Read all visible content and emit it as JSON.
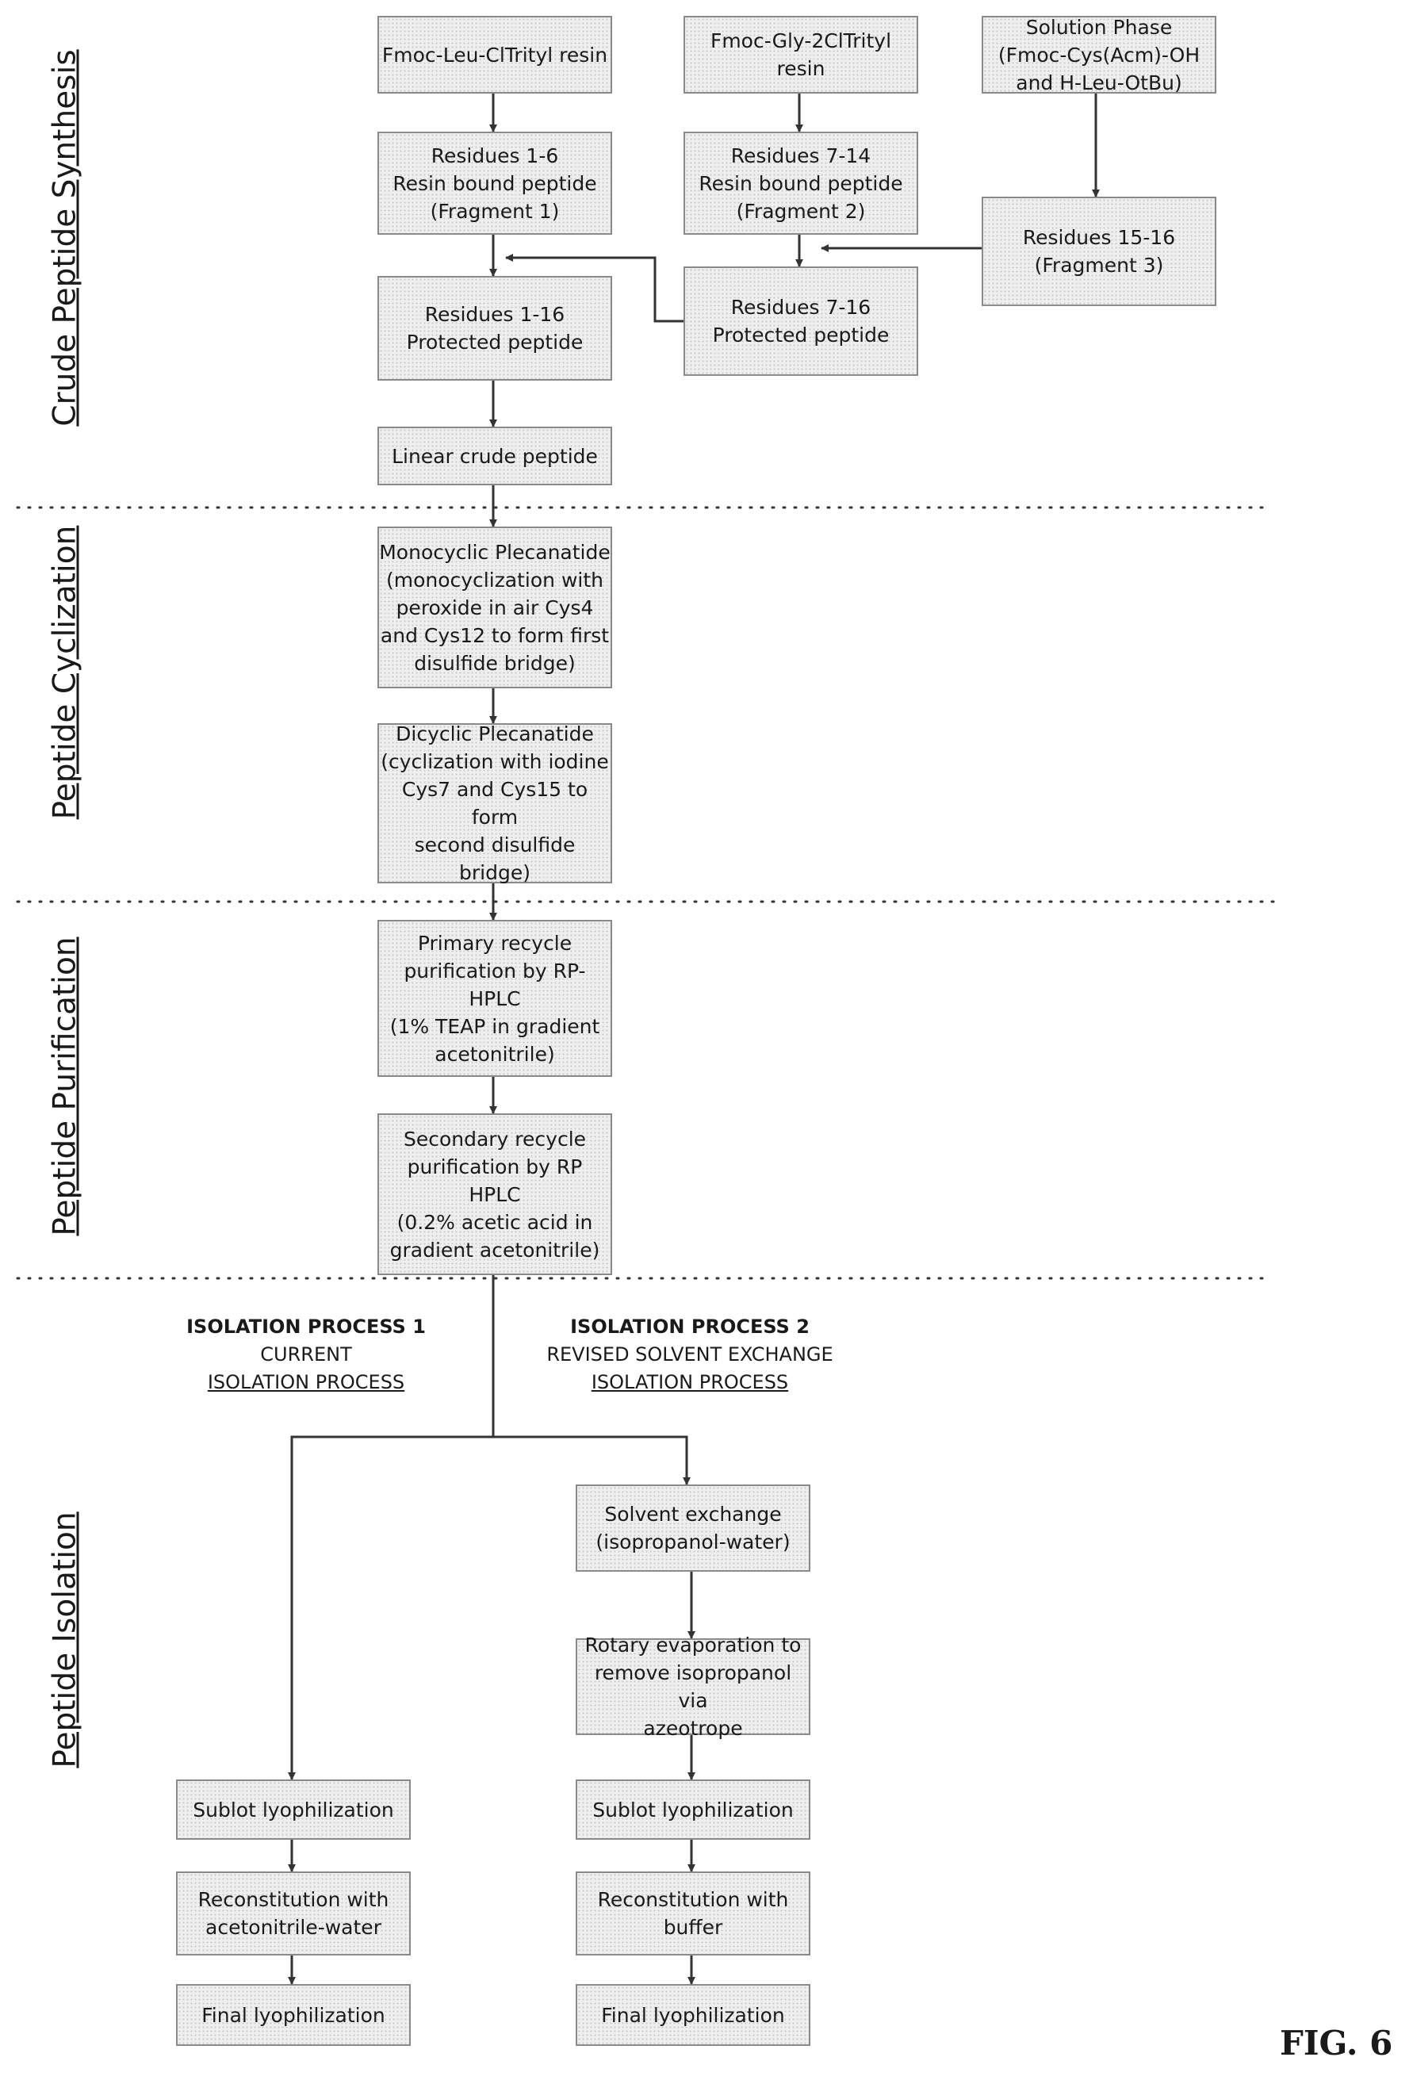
{
  "sections": {
    "crude": "Crude Peptide Synthesis",
    "cyclization": "Peptide Cyclization",
    "purification": "Peptide Purification",
    "isolation": "Peptide Isolation"
  },
  "boxes": {
    "fmoc_leu": "Fmoc-Leu-ClTrityl resin",
    "fmoc_gly": "Fmoc-Gly-2ClTrityl\nresin",
    "solution_phase": "Solution Phase\n(Fmoc-Cys(Acm)-OH\nand H-Leu-OtBu)",
    "frag1": "Residues 1-6\nResin bound peptide\n(Fragment 1)",
    "frag2": "Residues 7-14\nResin bound peptide\n(Fragment 2)",
    "frag3": "Residues 15-16\n(Fragment 3)",
    "res7_16": "Residues 7-16\nProtected peptide",
    "res1_16": "Residues 1-16\nProtected peptide",
    "linear_crude": "Linear crude peptide",
    "monocyclic": "Monocyclic Plecanatide\n(monocyclization with\nperoxide in air Cys4\nand Cys12 to form first\ndisulfide bridge)",
    "dicyclic": "Dicyclic Plecanatide\n(cyclization with iodine\nCys7 and Cys15 to form\nsecond disulfide\nbridge)",
    "primary": "Primary recycle\npurification by RP-HPLC\n(1% TEAP in gradient\nacetonitrile)",
    "secondary": "Secondary recycle\npurification by RP HPLC\n(0.2% acetic acid  in\ngradient acetonitrile)",
    "solvent_exchange": "Solvent exchange\n(isopropanol-water)",
    "rotary": "Rotary evaporation to\nremove isopropanol via\nazeotrope",
    "sublot1": "Sublot lyophilization",
    "recon1": "Reconstitution with\nacetonitrile-water",
    "final1": "Final lyophilization",
    "sublot2": "Sublot lyophilization",
    "recon2": "Reconstitution with\nbuffer",
    "final2": "Final lyophilization"
  },
  "process1": {
    "title": "ISOLATION PROCESS 1",
    "line2": "CURRENT",
    "line3": "ISOLATION PROCESS"
  },
  "process2": {
    "title": "ISOLATION PROCESS 2",
    "line2": "REVISED SOLVENT EXCHANGE",
    "line3": "ISOLATION PROCESS"
  },
  "figure_label": "FIG. 6"
}
